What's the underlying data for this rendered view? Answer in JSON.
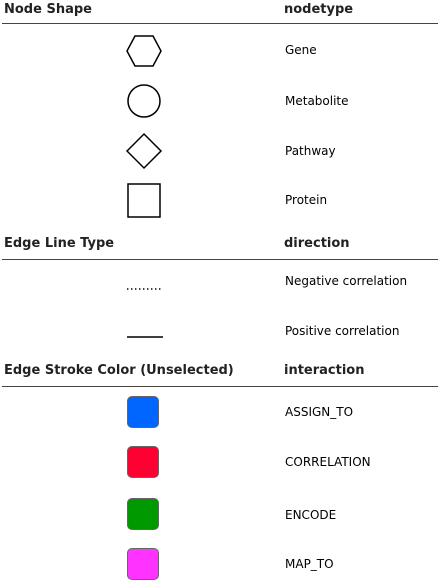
{
  "sections": {
    "node_shape": {
      "title": "Node Shape",
      "column": "nodetype",
      "items": [
        {
          "label": "Gene",
          "shape": "hexagon"
        },
        {
          "label": "Metabolite",
          "shape": "circle"
        },
        {
          "label": "Pathway",
          "shape": "diamond"
        },
        {
          "label": "Protein",
          "shape": "square"
        }
      ]
    },
    "edge_line": {
      "title": "Edge Line Type",
      "column": "direction",
      "items": [
        {
          "label": "Negative correlation",
          "style": "dotted"
        },
        {
          "label": "Positive correlation",
          "style": "solid"
        }
      ]
    },
    "edge_color": {
      "title": "Edge Stroke Color (Unselected)",
      "column": "interaction",
      "items": [
        {
          "label": "ASSIGN_TO",
          "color": "#0066ff"
        },
        {
          "label": "CORRELATION",
          "color": "#ff0033"
        },
        {
          "label": "ENCODE",
          "color": "#009900"
        },
        {
          "label": "MAP_TO",
          "color": "#ff33ff"
        }
      ]
    }
  }
}
